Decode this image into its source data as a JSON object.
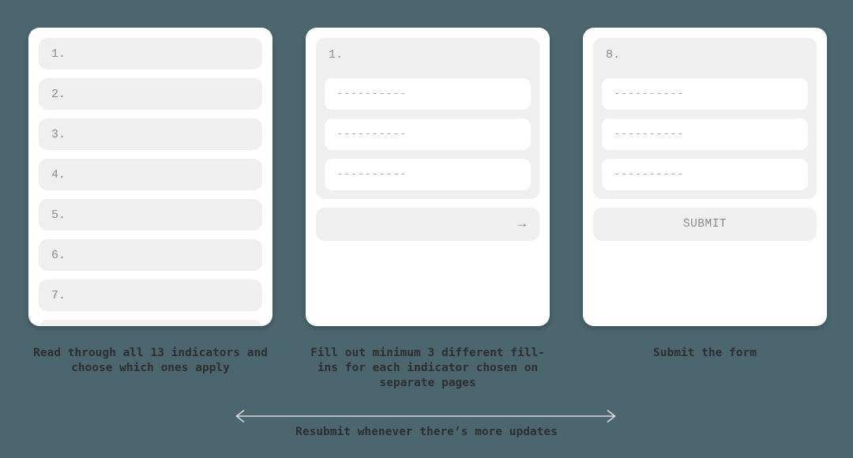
{
  "colors": {
    "background": "#4c6670",
    "card": "#ffffff",
    "tile": "#efefef",
    "field": "#ffffff",
    "number_text": "#8c8c8c",
    "placeholder_text": "#a9a9a9",
    "caption_text": "#2e2e2e",
    "icon_text": "#7d7d7d",
    "flow_arrow": "#d9d9d9"
  },
  "left_card": {
    "items": [
      "1.",
      "2.",
      "3.",
      "4.",
      "5.",
      "6.",
      "7."
    ],
    "caption": "Read through all 13 indicators and choose which ones apply"
  },
  "middle_card": {
    "page_label": "1.",
    "fields": [
      "----------",
      "----------",
      "----------"
    ],
    "next_icon": "→",
    "caption": "Fill out minimum 3 different fill-ins for each indicator chosen on separate pages"
  },
  "right_card": {
    "page_label": "8.",
    "fields": [
      "----------",
      "----------",
      "----------"
    ],
    "submit_label": "SUBMIT",
    "caption": "Submit the form"
  },
  "flow": {
    "caption": "Resubmit whenever there’s more updates"
  }
}
